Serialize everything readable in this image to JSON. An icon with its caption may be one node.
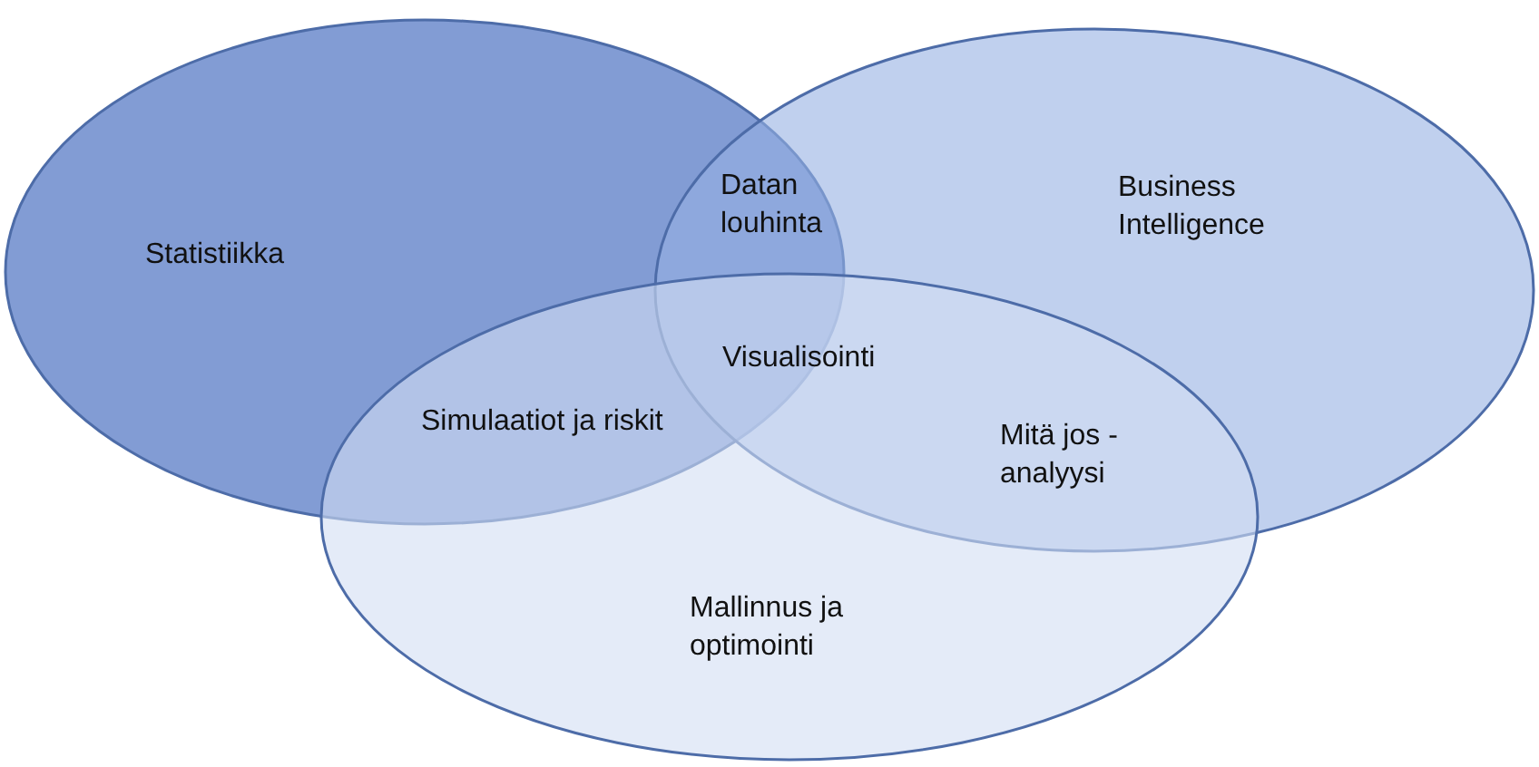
{
  "diagram": {
    "nodes": [
      {
        "text": [
          "Statistiikka"
        ]
      },
      {
        "text": [
          "Business Intelligence"
        ]
      },
      {
        "text": [
          "Mallinnus ja optimointi"
        ]
      }
    ],
    "labels": [
      "Datan louhinta",
      "Visualisointi",
      "Simulaatiot ja riskit",
      "Mitä jos - analyysi"
    ]
  }
}
